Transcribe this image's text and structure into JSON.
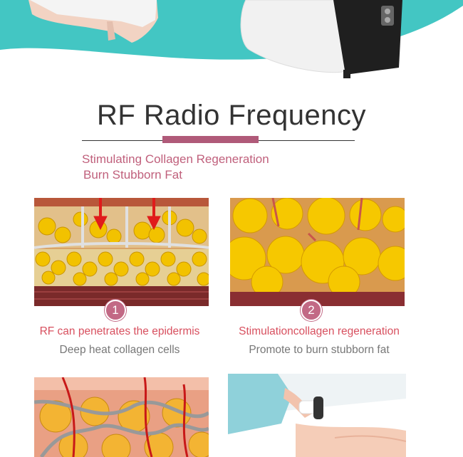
{
  "header": {
    "title": "RF Radio Frequency",
    "subtitle_line1": "Stimulating Collagen Regeneration",
    "subtitle_line2": "Burn Stubborn Fat"
  },
  "steps": [
    {
      "number": "1",
      "title": "RF can penetrates the epidermis",
      "desc": "Deep heat collagen cells"
    },
    {
      "number": "2",
      "title": "Stimulationcollagen regeneration",
      "desc": "Promote to burn stubborn fat"
    }
  ],
  "colors": {
    "accent": "#c26985",
    "caption_red": "#d8505f",
    "teal": "#3fc3c0",
    "fat_yellow": "#f2c200"
  }
}
